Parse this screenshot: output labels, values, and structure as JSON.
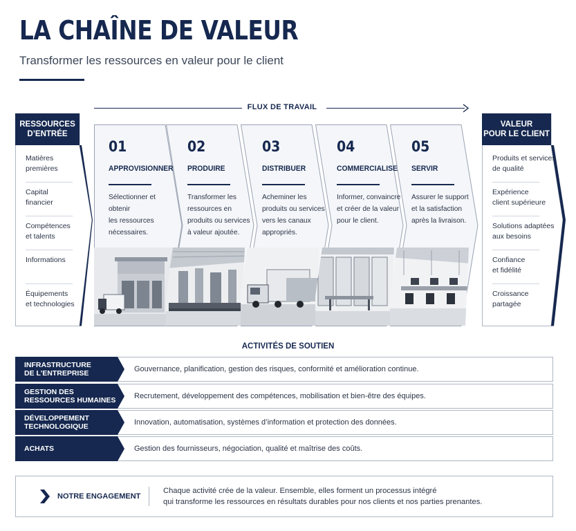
{
  "header": {
    "title": "LA CHAÎNE DE VALEUR",
    "subtitle": "Transformer les ressources en valeur pour le client"
  },
  "flow": {
    "label": "FLUX DE TRAVAIL"
  },
  "inputs": {
    "title": "RESSOURCES\nD’ENTRÉE",
    "items": [
      "Matières\npremières",
      "Capital\nfinancier",
      "Compétences\net talents",
      "Informations",
      "Équipements\net technologies"
    ]
  },
  "steps": [
    {
      "num": "01",
      "name": "APPROVISIONNER",
      "desc": "Sélectionner et obtenir\nles ressources\nnécessaires.",
      "photo": "warehouse-loading-dock-photo"
    },
    {
      "num": "02",
      "name": "PRODUIRE",
      "desc": "Transformer les\nressources en\nproduits ou services\nà valeur ajoutée.",
      "photo": "factory-production-line-photo"
    },
    {
      "num": "03",
      "name": "DISTRIBUER",
      "desc": "Acheminer les\nproduits ou services\nvers les canaux\nappropriés.",
      "photo": "delivery-truck-photo"
    },
    {
      "num": "04",
      "name": "COMMERCIALISER",
      "desc": "Informer, convaincre\net créer de la valeur\npour le client.",
      "photo": "glass-office-space-photo"
    },
    {
      "num": "05",
      "name": "SERVIR",
      "desc": "Assurer le support\net la satisfaction\naprès la livraison.",
      "photo": "open-plan-office-photo"
    }
  ],
  "outputs": {
    "title": "VALEUR\nPOUR LE CLIENT",
    "items": [
      "Produits et services\nde qualité",
      "Expérience\nclient supérieure",
      "Solutions adaptées\naux besoins",
      "Confiance\net fidélité",
      "Croissance\npartagée"
    ]
  },
  "support": {
    "title": "ACTIVITÉS DE SOUTIEN",
    "rows": [
      {
        "label": "INFRASTRUCTURE\nDE L’ENTREPRISE",
        "text": "Gouvernance, planification, gestion des risques, conformité et amélioration continue."
      },
      {
        "label": "GESTION DES\nRESSOURCES HUMAINES",
        "text": "Recrutement, développement des compétences, mobilisation et bien-être des équipes."
      },
      {
        "label": "DÉVELOPPEMENT\nTECHNOLOGIQUE",
        "text": "Innovation, automatisation, systèmes d’information et protection des données."
      },
      {
        "label": "ACHATS",
        "text": "Gestion des fournisseurs, négociation, qualité et maîtrise des coûts."
      }
    ]
  },
  "engagement": {
    "label": "NOTRE ENGAGEMENT",
    "line1": "Chaque activité crée de la valeur. Ensemble, elles forment un processus intégré",
    "line2": "qui transforme les ressources en résultats durables pour nos clients et nos parties prenantes."
  },
  "colors": {
    "navy": "#16284f",
    "border": "#aeb6c3",
    "step_bg": "#f4f6f9"
  }
}
